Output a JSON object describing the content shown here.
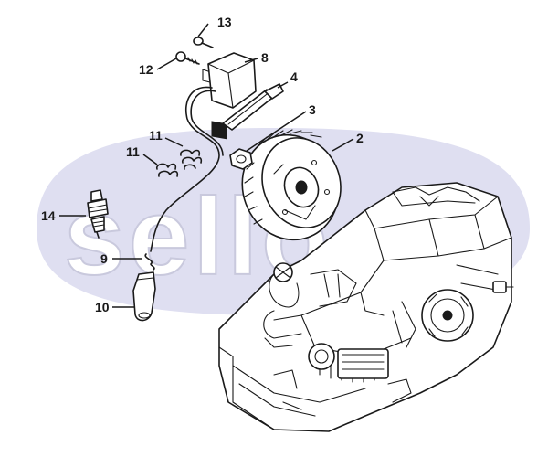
{
  "diagram": {
    "watermark": "sello",
    "callouts": [
      {
        "id": "c13",
        "label": "13",
        "part": "screw-13"
      },
      {
        "id": "c12",
        "label": "12",
        "part": "screw-12"
      },
      {
        "id": "c8",
        "label": "8",
        "part": "ignition-module"
      },
      {
        "id": "c4",
        "label": "4",
        "part": "short-circuit-wire"
      },
      {
        "id": "c3",
        "label": "3",
        "part": "contact-spring"
      },
      {
        "id": "c2",
        "label": "2",
        "part": "flywheel"
      },
      {
        "id": "c11a",
        "label": "11",
        "part": "spring-upper"
      },
      {
        "id": "c11b",
        "label": "11",
        "part": "spring-lower"
      },
      {
        "id": "c14",
        "label": "14",
        "part": "spark-plug"
      },
      {
        "id": "c9",
        "label": "9",
        "part": "leg-spring"
      },
      {
        "id": "c10",
        "label": "10",
        "part": "spark-plug-boot"
      }
    ]
  },
  "colors": {
    "line": "#1a1a1a",
    "background": "#ffffff",
    "watermark_band": "#dcdcf0"
  }
}
